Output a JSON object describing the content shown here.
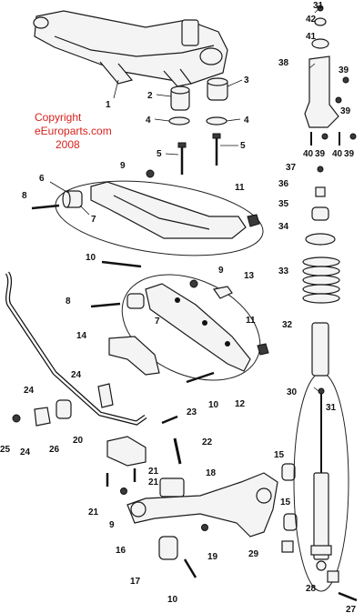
{
  "copyright": {
    "line1": "Copyright",
    "line2": "eEuroparts.com",
    "line3": "2008"
  },
  "callouts": [
    {
      "id": "c1",
      "text": "1"
    },
    {
      "id": "c2",
      "text": "2"
    },
    {
      "id": "c3",
      "text": "3"
    },
    {
      "id": "c4a",
      "text": "4"
    },
    {
      "id": "c4b",
      "text": "4"
    },
    {
      "id": "c5a",
      "text": "5"
    },
    {
      "id": "c5b",
      "text": "5"
    },
    {
      "id": "c6",
      "text": "6"
    },
    {
      "id": "c7a",
      "text": "7"
    },
    {
      "id": "c7b",
      "text": "7"
    },
    {
      "id": "c8a",
      "text": "8"
    },
    {
      "id": "c8b",
      "text": "8"
    },
    {
      "id": "c9a",
      "text": "9"
    },
    {
      "id": "c9b",
      "text": "9"
    },
    {
      "id": "c9c",
      "text": "9"
    },
    {
      "id": "c10a",
      "text": "10"
    },
    {
      "id": "c10b",
      "text": "10"
    },
    {
      "id": "c10c",
      "text": "10"
    },
    {
      "id": "c11a",
      "text": "11"
    },
    {
      "id": "c11b",
      "text": "11"
    },
    {
      "id": "c12",
      "text": "12"
    },
    {
      "id": "c13",
      "text": "13"
    },
    {
      "id": "c14",
      "text": "14"
    },
    {
      "id": "c15a",
      "text": "15"
    },
    {
      "id": "c15b",
      "text": "15"
    },
    {
      "id": "c16",
      "text": "16"
    },
    {
      "id": "c17",
      "text": "17"
    },
    {
      "id": "c18",
      "text": "18"
    },
    {
      "id": "c19",
      "text": "19"
    },
    {
      "id": "c20",
      "text": "20"
    },
    {
      "id": "c21a",
      "text": "21"
    },
    {
      "id": "c21b",
      "text": "21"
    },
    {
      "id": "c21c",
      "text": "21"
    },
    {
      "id": "c22",
      "text": "22"
    },
    {
      "id": "c23",
      "text": "23"
    },
    {
      "id": "c24a",
      "text": "24"
    },
    {
      "id": "c24b",
      "text": "24"
    },
    {
      "id": "c24c",
      "text": "24"
    },
    {
      "id": "c25",
      "text": "25"
    },
    {
      "id": "c26",
      "text": "26"
    },
    {
      "id": "c27",
      "text": "27"
    },
    {
      "id": "c28",
      "text": "28"
    },
    {
      "id": "c29",
      "text": "29"
    },
    {
      "id": "c30",
      "text": "30"
    },
    {
      "id": "c31a",
      "text": "31"
    },
    {
      "id": "c31b",
      "text": "31"
    },
    {
      "id": "c32",
      "text": "32"
    },
    {
      "id": "c33",
      "text": "33"
    },
    {
      "id": "c34",
      "text": "34"
    },
    {
      "id": "c35",
      "text": "35"
    },
    {
      "id": "c36",
      "text": "36"
    },
    {
      "id": "c37",
      "text": "37"
    },
    {
      "id": "c38",
      "text": "38"
    },
    {
      "id": "c39a",
      "text": "39"
    },
    {
      "id": "c39b",
      "text": "39"
    },
    {
      "id": "c39c",
      "text": "39"
    },
    {
      "id": "c39d",
      "text": "39"
    },
    {
      "id": "c40a",
      "text": "40"
    },
    {
      "id": "c40b",
      "text": "40"
    },
    {
      "id": "c41",
      "text": "41"
    },
    {
      "id": "c42",
      "text": "42"
    }
  ]
}
